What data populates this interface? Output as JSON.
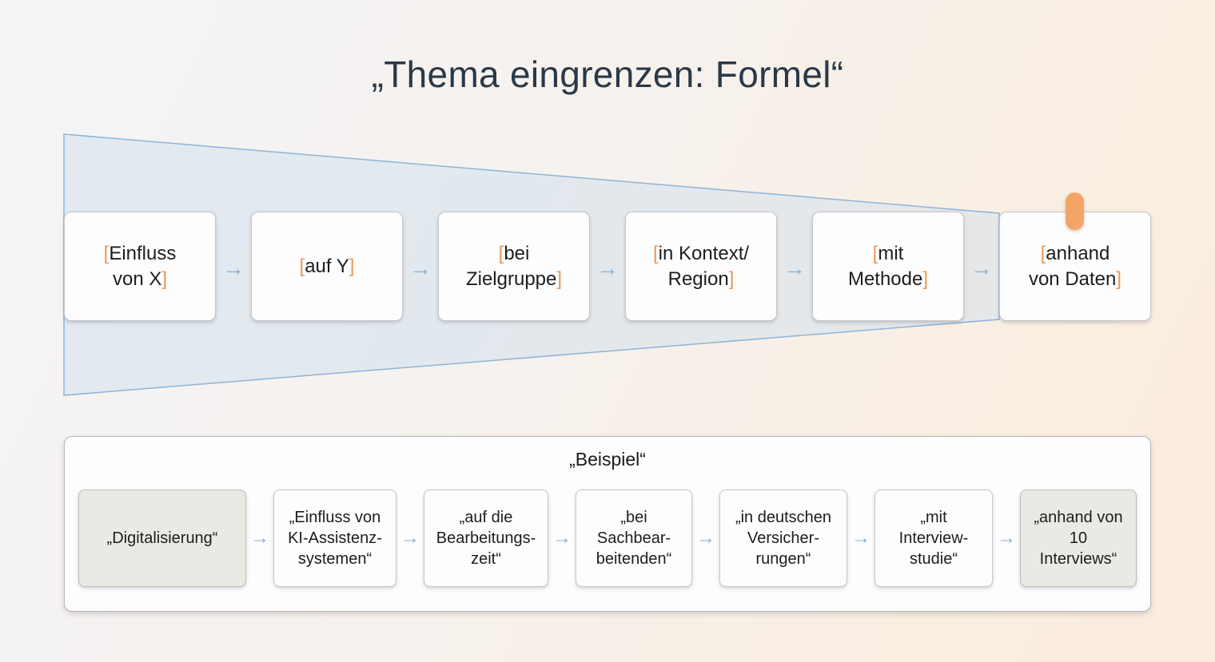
{
  "title": "„Thema eingrenzen: Formel“",
  "arrow": "→",
  "formula": {
    "boxes": [
      {
        "open": "[",
        "label": "Einfluss\nvon X",
        "close": "]"
      },
      {
        "open": "[",
        "label": "auf Y",
        "close": "]"
      },
      {
        "open": "[",
        "label": "bei\nZielgruppe",
        "close": "]"
      },
      {
        "open": "[",
        "label": "in Kontext/\nRegion",
        "close": "]"
      },
      {
        "open": "[",
        "label": "mit\nMethode",
        "close": "]"
      },
      {
        "open": "[",
        "label": "anhand\nvon Daten",
        "close": "]"
      }
    ]
  },
  "example": {
    "title": "„Beispiel“",
    "boxes": [
      {
        "label": "„Digitalisierung“",
        "highlight": true
      },
      {
        "label": "„Einfluss von\nKI-Assistenz-\nsystemen“",
        "highlight": false
      },
      {
        "label": "„auf die\nBearbeitungs-\nzeit“",
        "highlight": false
      },
      {
        "label": "„bei\nSachbear-\nbeitenden“",
        "highlight": false
      },
      {
        "label": "„in deutschen\nVersicher-\nrungen“",
        "highlight": false
      },
      {
        "label": "„mit\nInterview-\nstudie“",
        "highlight": false
      },
      {
        "label": "„anhand von\n10\nInterviews“",
        "highlight": true
      }
    ]
  },
  "colors": {
    "bracket_orange": "#e8995b",
    "arrow_blue": "#85b1da",
    "funnel_stroke": "#8fb4d8",
    "funnel_fill": "rgba(203,221,238,0.45)",
    "title_text": "#2b3947",
    "body_text": "#1d1d1f",
    "cursor_pill_orange": "#f2a566",
    "highlight_box_fill": "#e9eae4"
  }
}
